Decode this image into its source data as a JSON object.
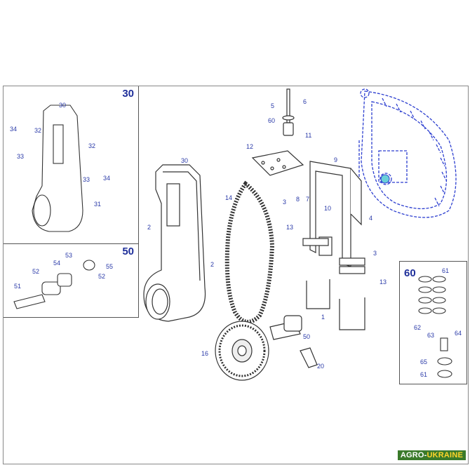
{
  "diagram": {
    "panels": {
      "p30": {
        "title": "30"
      },
      "p50": {
        "title": "50"
      },
      "p60": {
        "title": "60"
      }
    },
    "callouts": {
      "c6": "6",
      "c5": "5",
      "c60a": "60",
      "c11": "11",
      "c12": "12",
      "c9": "9",
      "c10": "10",
      "c3a": "3",
      "c8": "8",
      "c7": "7",
      "c4": "4",
      "c13a": "13",
      "c3b": "3",
      "c13b": "13",
      "c1": "1",
      "c30": "30",
      "c2a": "2",
      "c2b": "2",
      "c14": "14",
      "c16": "16",
      "c50": "50",
      "c20": "20",
      "p30_30": "30",
      "p30_34a": "34",
      "p30_32a": "32",
      "p30_33a": "33",
      "p30_32b": "32",
      "p30_33b": "33",
      "p30_34b": "34",
      "p30_31": "31",
      "p50_53": "53",
      "p50_54": "54",
      "p50_55": "55",
      "p50_52a": "52",
      "p50_52b": "52",
      "p50_51": "51",
      "p60_61a": "61",
      "p60_62": "62",
      "p60_63": "63",
      "p60_64": "64",
      "p60_65": "65",
      "p60_61b": "61"
    },
    "watermark": {
      "main": "AGRO-",
      "accent": "UKRAINE"
    },
    "colors": {
      "line": "#333333",
      "callout": "#2a3aa8",
      "fan": "#2d3fd0",
      "shadow": "#e3e3e3"
    }
  }
}
